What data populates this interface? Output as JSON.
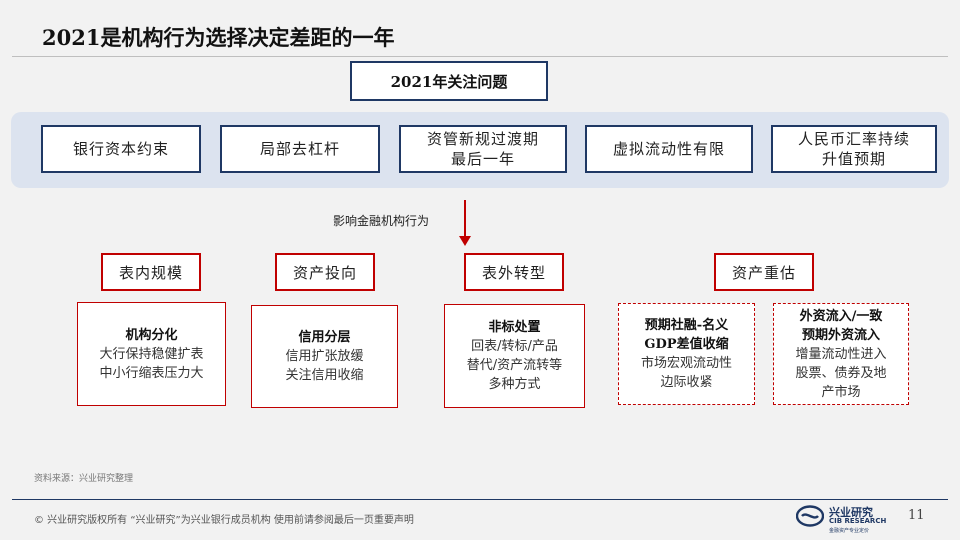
{
  "title": "2021是机构行为选择决定差距的一年",
  "focus_box": "2021年关注问题",
  "factors": [
    "银行资本约束",
    "局部去杠杆",
    "资管新规过渡期\n最后一年",
    "虚拟流动性有限",
    "人民币汇率持续\n升值预期"
  ],
  "arrow_label": "影响金融机构行为",
  "categories": [
    "表内规模",
    "资产投向",
    "表外转型",
    "资产重估"
  ],
  "cards": [
    {
      "heading": "机构分化",
      "lines": [
        "大行保持稳健扩表",
        "中小行缩表压力大"
      ]
    },
    {
      "heading": "信用分层",
      "lines": [
        "信用扩张放缓",
        "关注信用收缩"
      ]
    },
    {
      "heading": "非标处置",
      "lines": [
        "回表/转标/产品",
        "替代/资产流转等",
        "多种方式"
      ]
    },
    {
      "heading": "预期社融-名义\nGDP差值收缩",
      "lines": [
        "市场宏观流动性",
        "边际收紧"
      ]
    },
    {
      "heading": "外资流入/一致\n预期外资流入",
      "lines": [
        "增量流动性进入",
        "股票、债券及地",
        "产市场"
      ]
    }
  ],
  "source": "资料来源：兴业研究整理",
  "footer": {
    "copyright": "©  兴业研究版权所有   “兴业研究”为兴业银行成员机构   使用前请参阅最后一页重要声明",
    "logo_cn": "兴业研究",
    "logo_en": "CIB RESEARCH",
    "logo_sub": "金融资产专业定价",
    "page": "11"
  },
  "colors": {
    "navy": "#1f3864",
    "red": "#c00000",
    "band": "#dce3ef"
  }
}
